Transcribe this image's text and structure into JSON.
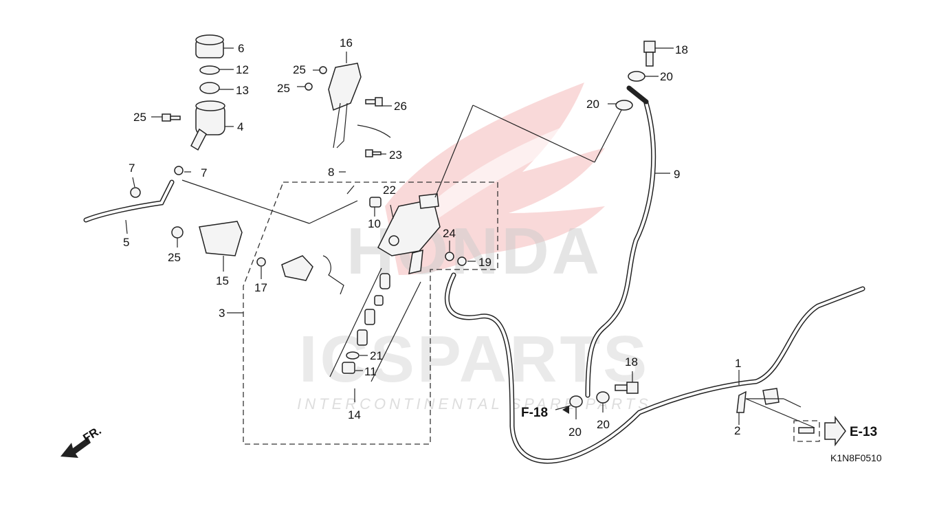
{
  "watermark": {
    "brand_main": "ICSPARTS",
    "brand_sub": "INTERCONTINENTAL SPARE PARTS",
    "logo_text": "HONDA",
    "accent_color": "#e23a3a",
    "secondary_color": "#bbbbbb"
  },
  "diagram": {
    "code": "K1N8F0510",
    "front_indicator": "FR.",
    "references": [
      {
        "id": "ref-f18",
        "label": "F-18"
      },
      {
        "id": "ref-e13",
        "label": "E-13"
      }
    ],
    "callouts": [
      {
        "id": "c-6",
        "label": "6"
      },
      {
        "id": "c-12",
        "label": "12"
      },
      {
        "id": "c-13",
        "label": "13"
      },
      {
        "id": "c-25a",
        "label": "25"
      },
      {
        "id": "c-4",
        "label": "4"
      },
      {
        "id": "c-7a",
        "label": "7"
      },
      {
        "id": "c-7b",
        "label": "7"
      },
      {
        "id": "c-5",
        "label": "5"
      },
      {
        "id": "c-25b",
        "label": "25"
      },
      {
        "id": "c-15",
        "label": "15"
      },
      {
        "id": "c-16",
        "label": "16"
      },
      {
        "id": "c-25c",
        "label": "25"
      },
      {
        "id": "c-25d",
        "label": "25"
      },
      {
        "id": "c-26",
        "label": "26"
      },
      {
        "id": "c-23",
        "label": "23"
      },
      {
        "id": "c-8",
        "label": "8"
      },
      {
        "id": "c-22",
        "label": "22"
      },
      {
        "id": "c-10",
        "label": "10"
      },
      {
        "id": "c-24",
        "label": "24"
      },
      {
        "id": "c-19",
        "label": "19"
      },
      {
        "id": "c-17",
        "label": "17"
      },
      {
        "id": "c-3",
        "label": "3"
      },
      {
        "id": "c-21",
        "label": "21"
      },
      {
        "id": "c-11",
        "label": "11"
      },
      {
        "id": "c-14",
        "label": "14"
      },
      {
        "id": "c-18a",
        "label": "18"
      },
      {
        "id": "c-20a",
        "label": "20"
      },
      {
        "id": "c-20b",
        "label": "20"
      },
      {
        "id": "c-9",
        "label": "9"
      },
      {
        "id": "c-18b",
        "label": "18"
      },
      {
        "id": "c-1",
        "label": "1"
      },
      {
        "id": "c-2",
        "label": "2"
      },
      {
        "id": "c-20c",
        "label": "20"
      },
      {
        "id": "c-20d",
        "label": "20"
      }
    ]
  }
}
